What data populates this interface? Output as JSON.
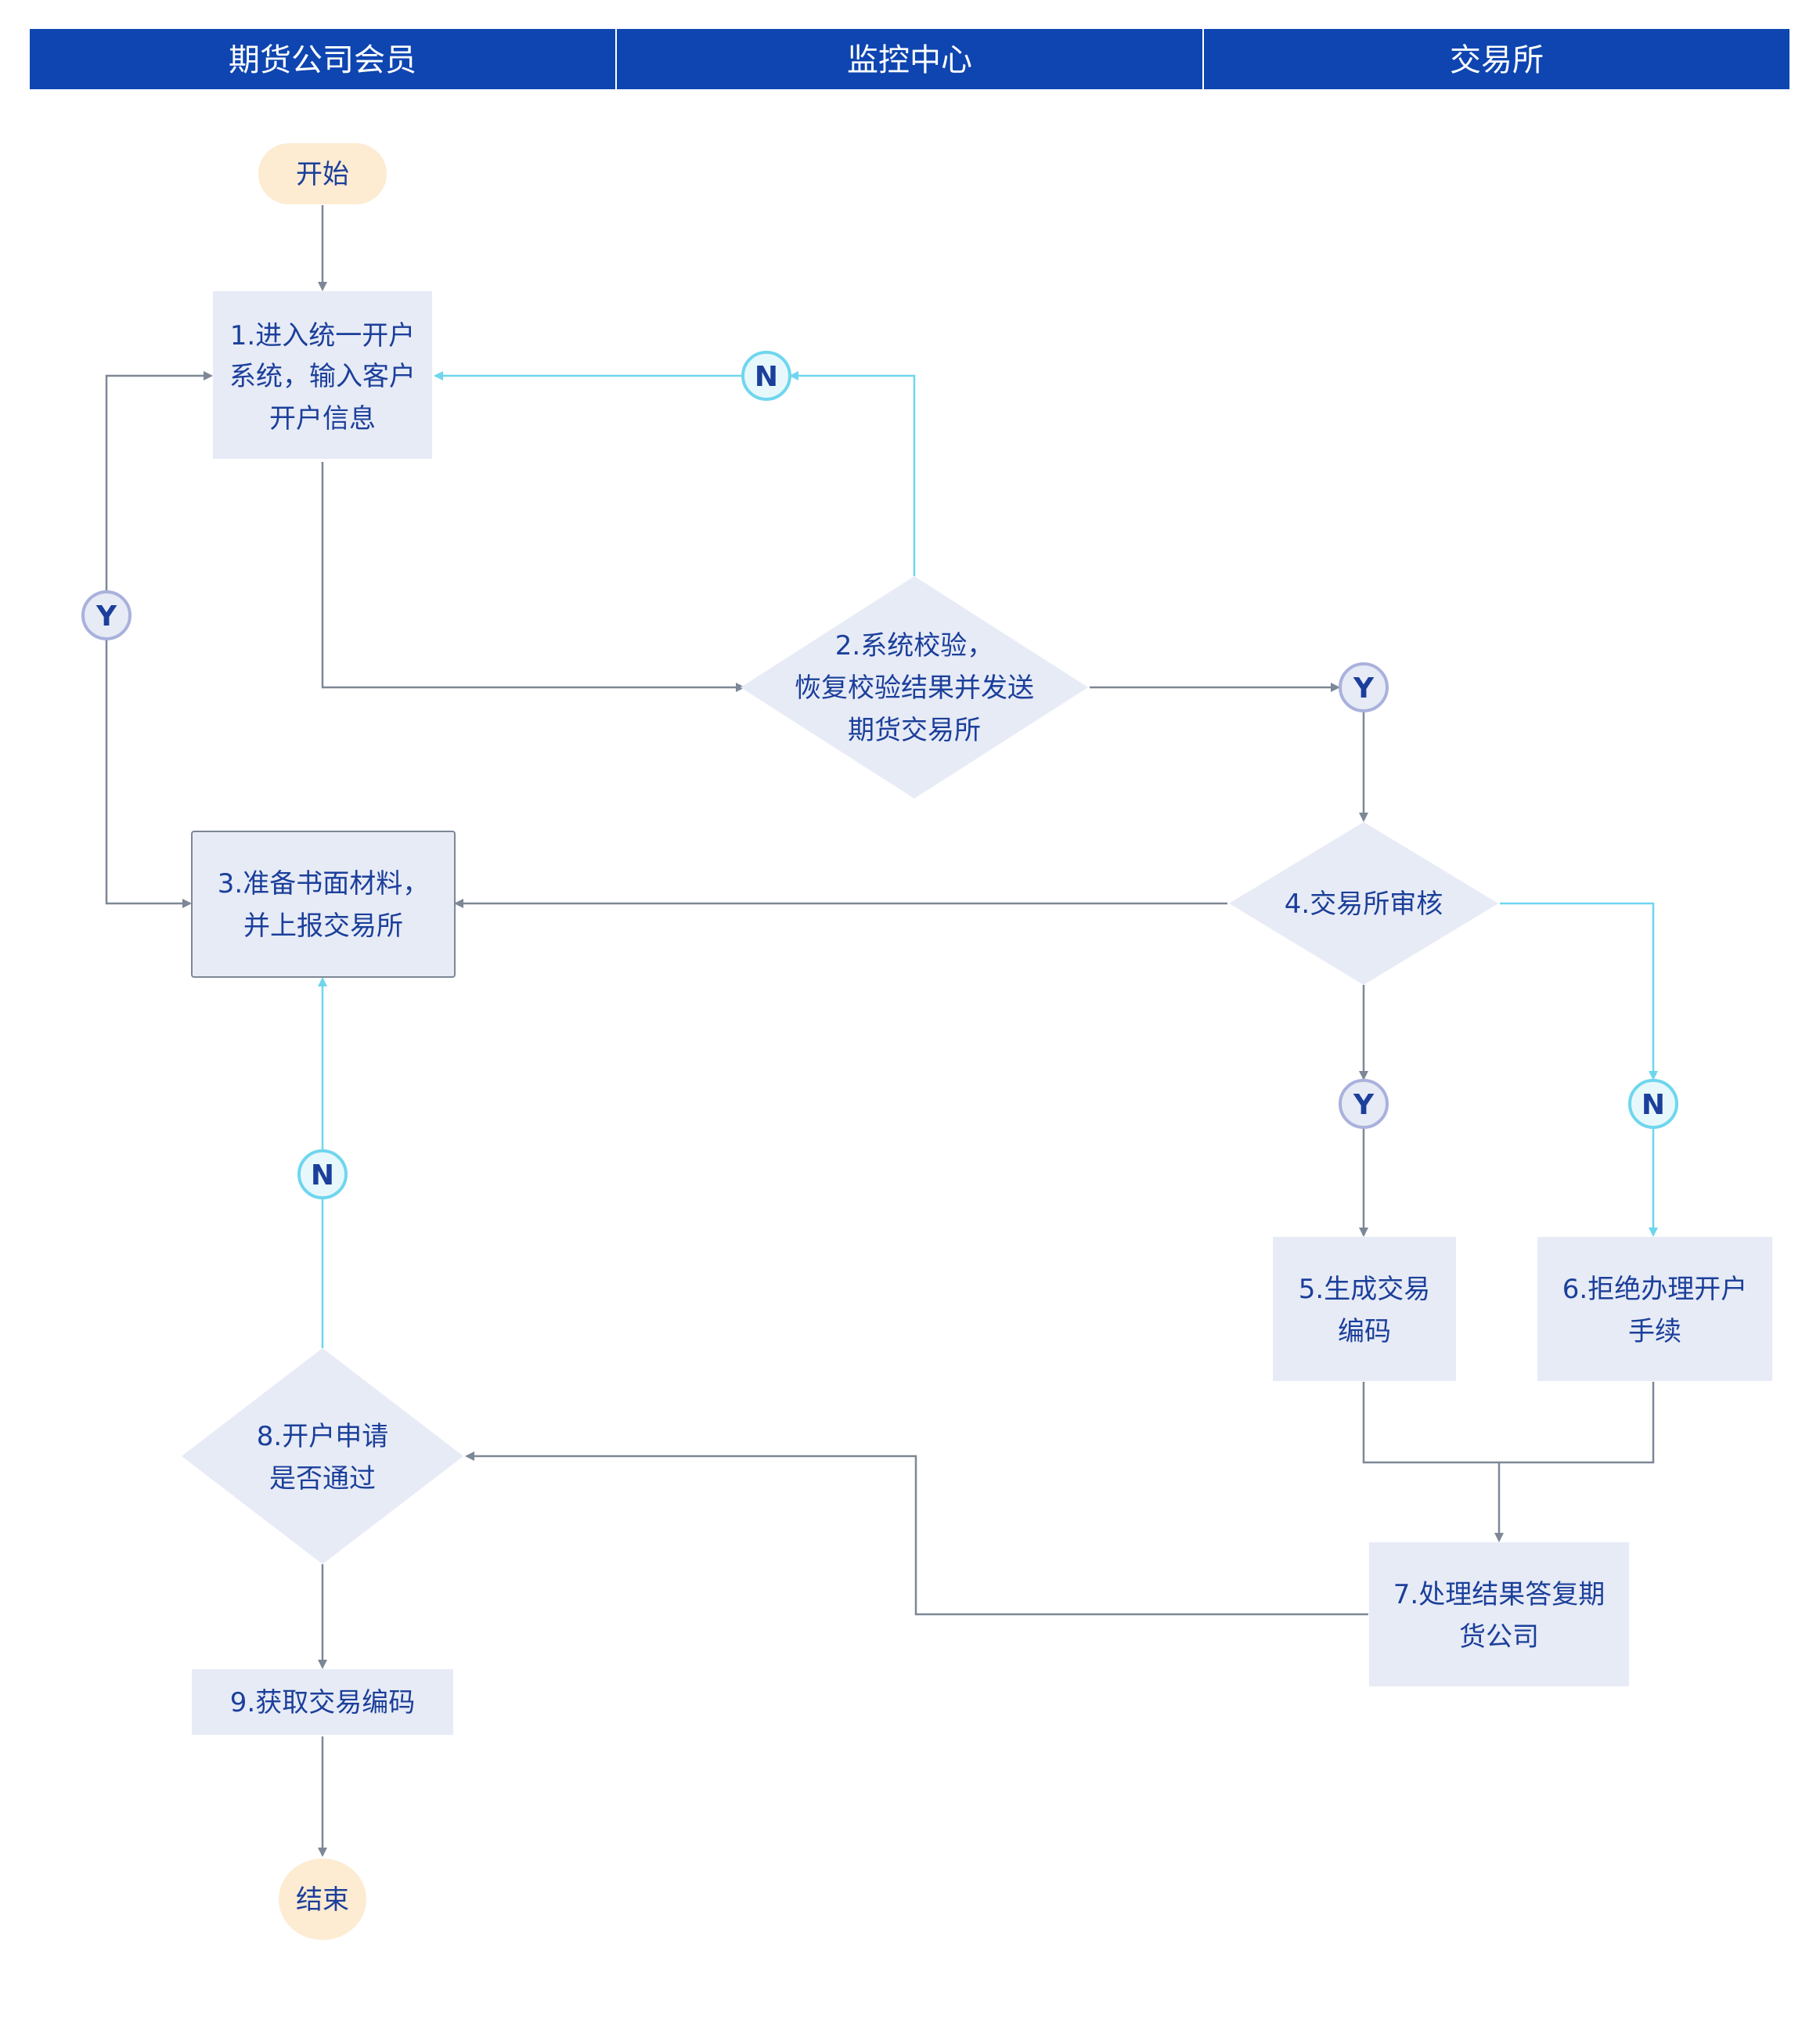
{
  "lanes": [
    {
      "label": "期货公司会员"
    },
    {
      "label": "监控中心"
    },
    {
      "label": "交易所"
    }
  ],
  "colors": {
    "header_bg": "#0e45b0",
    "node_fill": "#e7ebf6",
    "terminal_fill": "#fdebd2",
    "text": "#1b3f9a",
    "gray_line": "#7d8796",
    "cyan_line": "#6fd6ee",
    "y_badge_stroke": "#a9b1dc",
    "n_badge_stroke": "#6fd6ee"
  },
  "nodes": {
    "start": "开始",
    "n1": [
      "1.进入统一开户",
      "系统，输入客户",
      "开户信息"
    ],
    "n2": [
      "2.系统校验，",
      "恢复校验结果并发送",
      "期货交易所"
    ],
    "n3": [
      "3.准备书面材料，",
      "并上报交易所"
    ],
    "n4": [
      "4.交易所审核"
    ],
    "n5": [
      "5.生成交易",
      "编码"
    ],
    "n6": [
      "6.拒绝办理开户",
      "手续"
    ],
    "n7": [
      "7.处理结果答复期",
      "货公司"
    ],
    "n8": [
      "8.开户申请",
      "是否通过"
    ],
    "n9": [
      "9.获取交易编码"
    ],
    "end": "结束"
  },
  "badges": {
    "yes": "Y",
    "no": "N"
  }
}
